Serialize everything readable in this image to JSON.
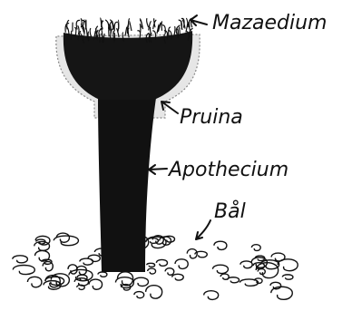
{
  "diagram": {
    "labels": {
      "mazaedium": "Mazaedium",
      "pruina": "Pruina",
      "apothecium": "Apothecium",
      "bal": "Bål"
    },
    "colors": {
      "ink": "#111111",
      "paper": "#ffffff",
      "pruina_halo": "#d8d8d8"
    }
  }
}
